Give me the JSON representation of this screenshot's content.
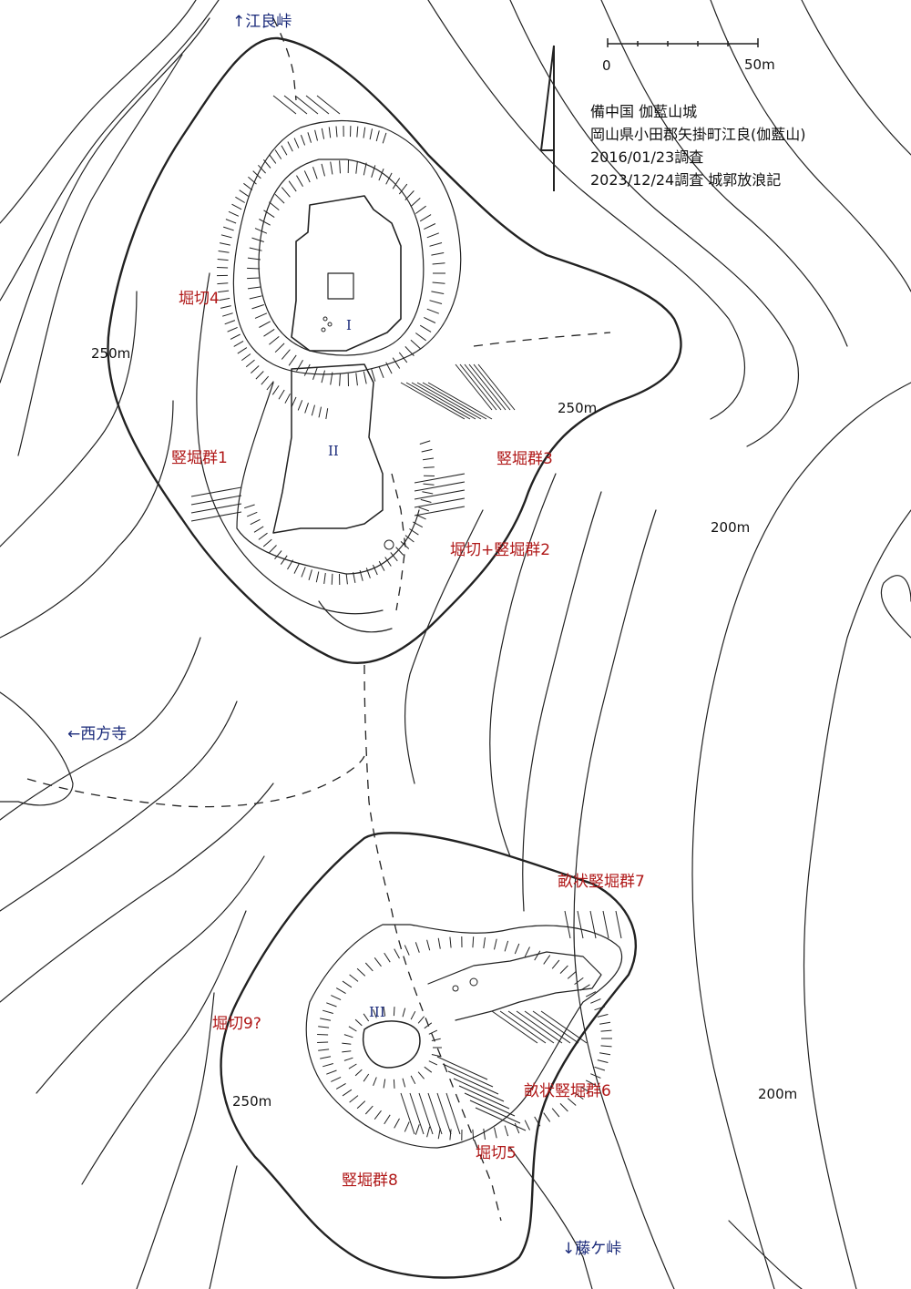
{
  "title_block": {
    "line1": "備中国 伽藍山城",
    "line2": "岡山県小田郡矢掛町江良(伽藍山)",
    "line3": "2016/01/23調査",
    "line4": "2023/12/24調査 城郭放浪記"
  },
  "scale_bar": {
    "start_label": "0",
    "end_label": "50m"
  },
  "directions": {
    "north": "↑江良峠",
    "west": "←西方寺",
    "south": "↓藤ケ峠"
  },
  "elevations": {
    "e250_nw": "250m",
    "e250_ne": "250m",
    "e200_e": "200m",
    "e250_s": "250m",
    "e200_se": "200m"
  },
  "enclosures": {
    "I": "I",
    "II": "II",
    "III": "III"
  },
  "features": {
    "horikiri4": "堀切4",
    "tatebori1": "竪堀群1",
    "tatebori3": "竪堀群3",
    "horikiri_tatebori2": "堀切+竪堀群2",
    "unejo7": "畝状竪堀群7",
    "horikiri9": "堀切9?",
    "unejo6": "畝状竪堀群6",
    "horikiri5": "堀切5",
    "tatebori8": "竪堀群8"
  },
  "colors": {
    "feature_label": "#b01818",
    "direction_label": "#1a2a7a",
    "ink": "#222222"
  }
}
